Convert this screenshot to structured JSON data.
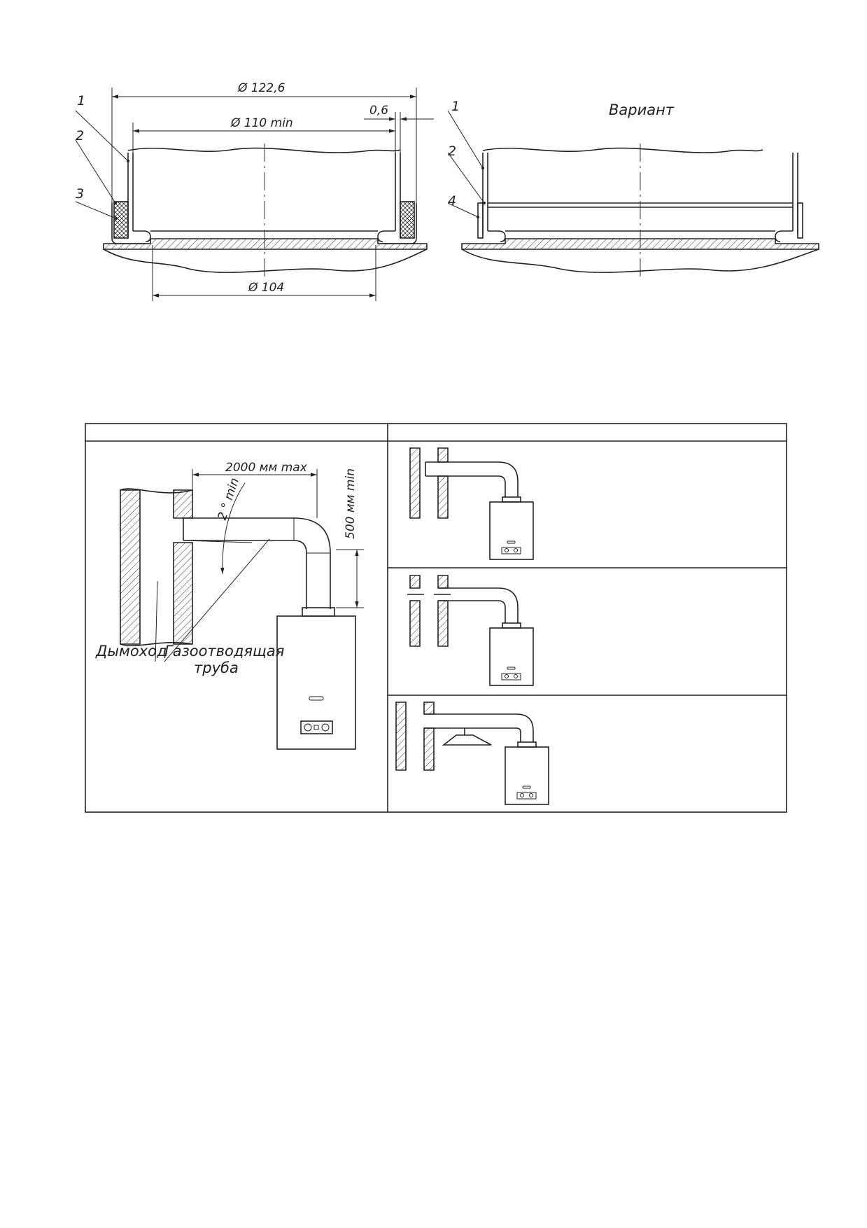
{
  "top_section": {
    "left_drawing": {
      "dim_outer": "Ø 122,6",
      "dim_inner": "Ø 110 min",
      "dim_gap": "0,6",
      "dim_bottom": "Ø 104",
      "callouts": [
        "1",
        "2",
        "3"
      ]
    },
    "right_drawing": {
      "title": "Вариант",
      "callouts": [
        "1",
        "2",
        "4"
      ]
    }
  },
  "table": {
    "left_cell": {
      "dim_horizontal": "2000 мм max",
      "dim_angle": "2 ° min",
      "dim_vertical": "500 мм min",
      "label_chimney": "Дымоход",
      "label_pipe_line1": "Газоотводящая",
      "label_pipe_line2": "труба"
    }
  }
}
